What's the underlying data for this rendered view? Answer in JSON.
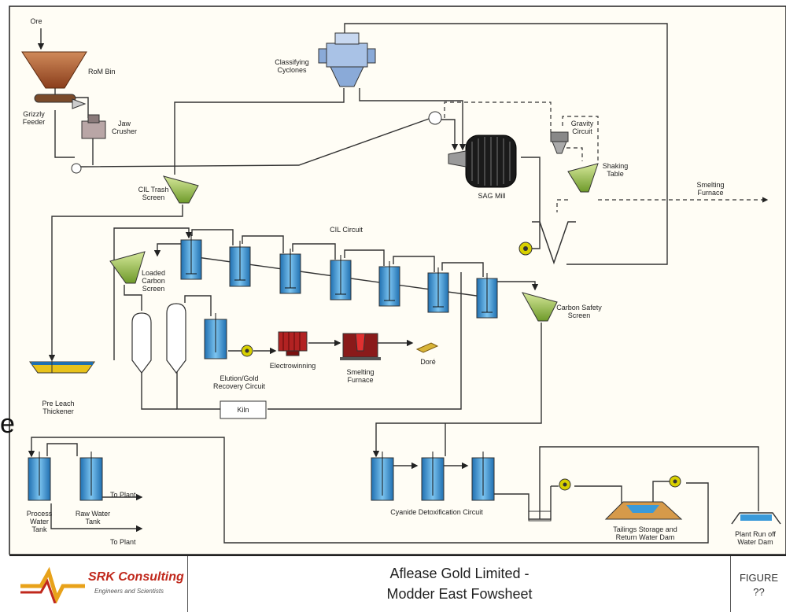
{
  "labels": {
    "ore": "Ore",
    "rom_bin": "RoM Bin",
    "grizzly_feeder": "Grizzly\nFeeder",
    "jaw_crusher": "Jaw\nCrusher",
    "classifying_cyclones": "Classifying\nCyclones",
    "gravity_circuit": "Gravity\nCircuit",
    "shaking_table": "Shaking\nTable",
    "sag_mill": "SAG Mill",
    "smelting_furnace_out": "Smelting\nFurnace",
    "cil_trash_screen": "CIL Trash\nScreen",
    "cil_circuit": "CIL Circuit",
    "loaded_carbon_screen": "Loaded\nCarbon\nScreen",
    "carbon_safety_screen": "Carbon Safety\nScreen",
    "elution": "Elution/Gold\nRecovery Circuit",
    "electrowinning": "Electrowinning",
    "smelting_furnace": "Smelting\nFurnace",
    "dore": "Doré",
    "kiln": "Kiln",
    "pre_leach_thickener": "Pre Leach\nThickener",
    "process_water_tank": "Process\nWater\nTank",
    "raw_water_tank": "Raw Water\nTank",
    "to_plant_1": "To Plant",
    "to_plant_2": "To Plant",
    "cyanide_detox": "Cyanide Detoxification Circuit",
    "tailings": "Tailings Storage and\nReturn Water Dam",
    "plant_runoff": "Plant Run off\nWater Dam"
  },
  "stray_text": "e",
  "title_block": {
    "company": "SRK Consulting",
    "company_sub": "Engineers and Scientists",
    "title_line1": "Aflease Gold Limited -",
    "title_line2": "Modder East Fowsheet",
    "figure_label": "FIGURE",
    "figure_number": "??"
  },
  "colors": {
    "vessel_blue": "#3a9ad9",
    "screen_green": "#9cc34a",
    "bin_brown": "#a0522d",
    "furnace_red": "#b22222",
    "dore_gold": "#d8b437",
    "thickener_yellow": "#e8c21a",
    "background": "#fffdf5",
    "brand_red": "#c0281c",
    "brand_orange": "#e8a21a"
  }
}
